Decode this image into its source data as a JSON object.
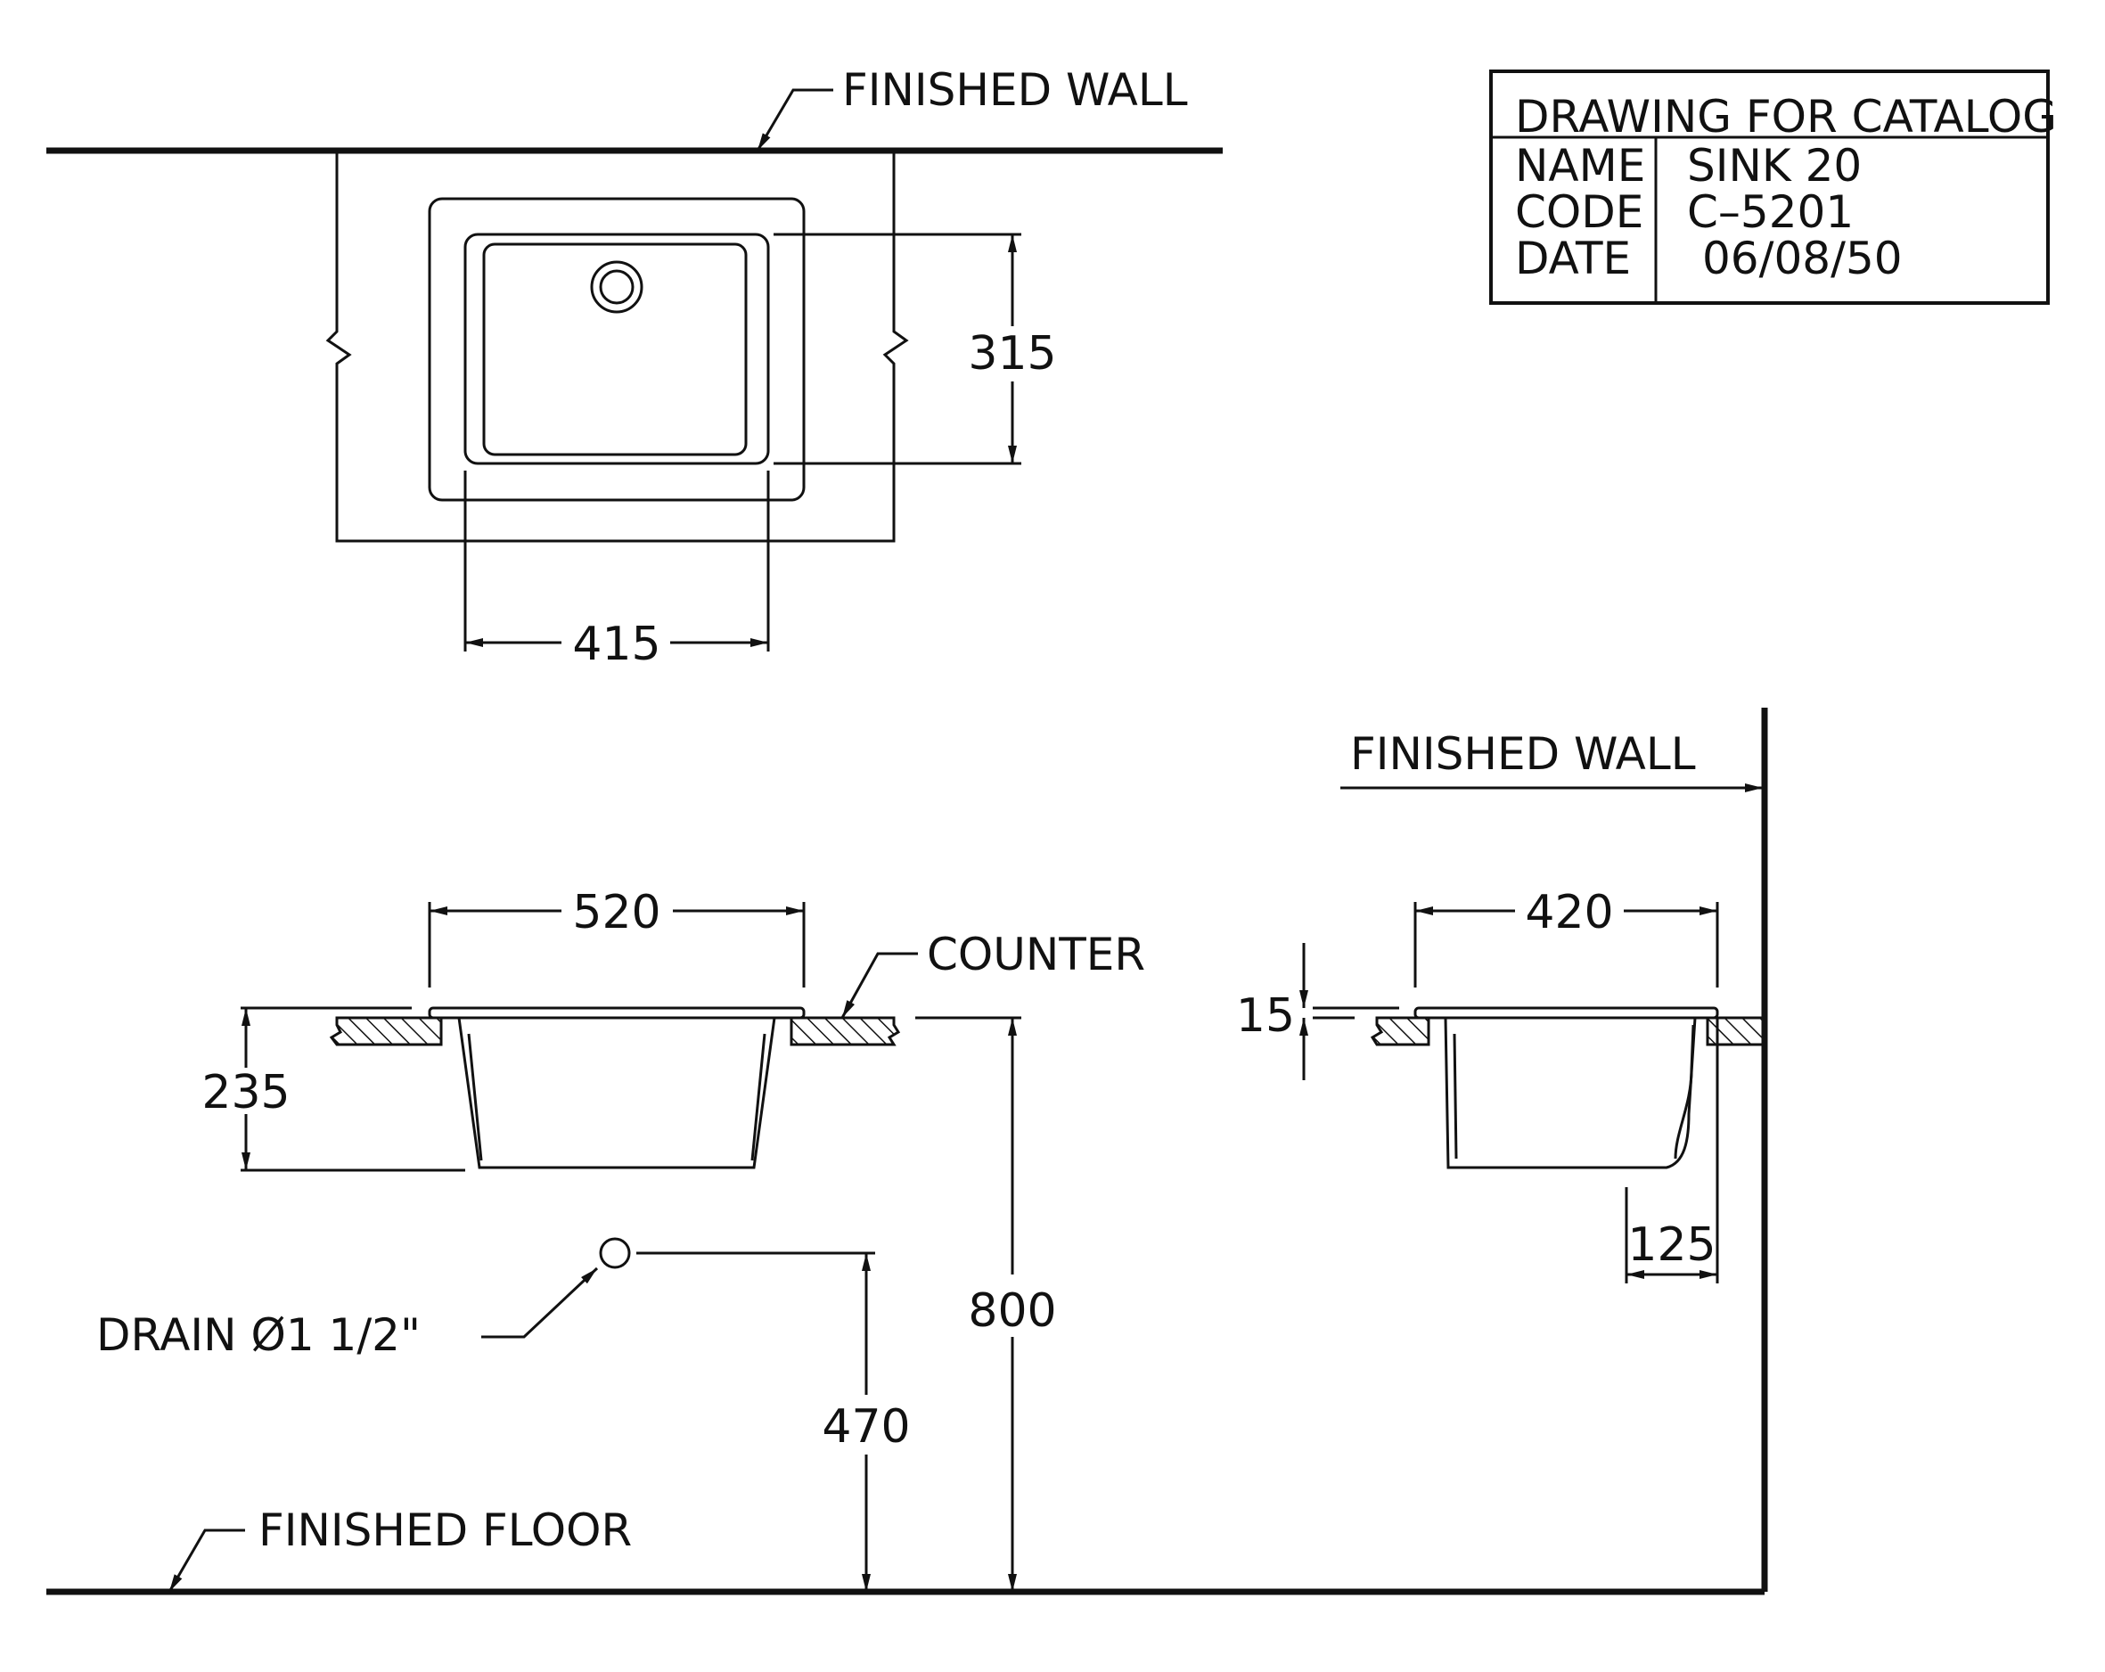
{
  "title_block": {
    "heading": "DRAWING FOR CATALOG",
    "rows": [
      {
        "label": "NAME",
        "value": "SINK 20"
      },
      {
        "label": "CODE",
        "value": "C–5201"
      },
      {
        "label": "DATE",
        "value": "06/08/50"
      }
    ]
  },
  "labels": {
    "finished_wall_top": "FINISHED WALL",
    "finished_wall_side": "FINISHED WALL",
    "counter": "COUNTER",
    "drain": "DRAIN Ø1 1/2\"",
    "finished_floor": "FINISHED FLOOR"
  },
  "dimensions": {
    "plan_depth": "315",
    "plan_width": "415",
    "front_width": "520",
    "front_depth": "235",
    "counter_height": "800",
    "drain_height": "470",
    "side_width": "420",
    "rim_thickness": "15",
    "side_offset": "125"
  },
  "colors": {
    "line": "#111111",
    "background": "#ffffff"
  }
}
